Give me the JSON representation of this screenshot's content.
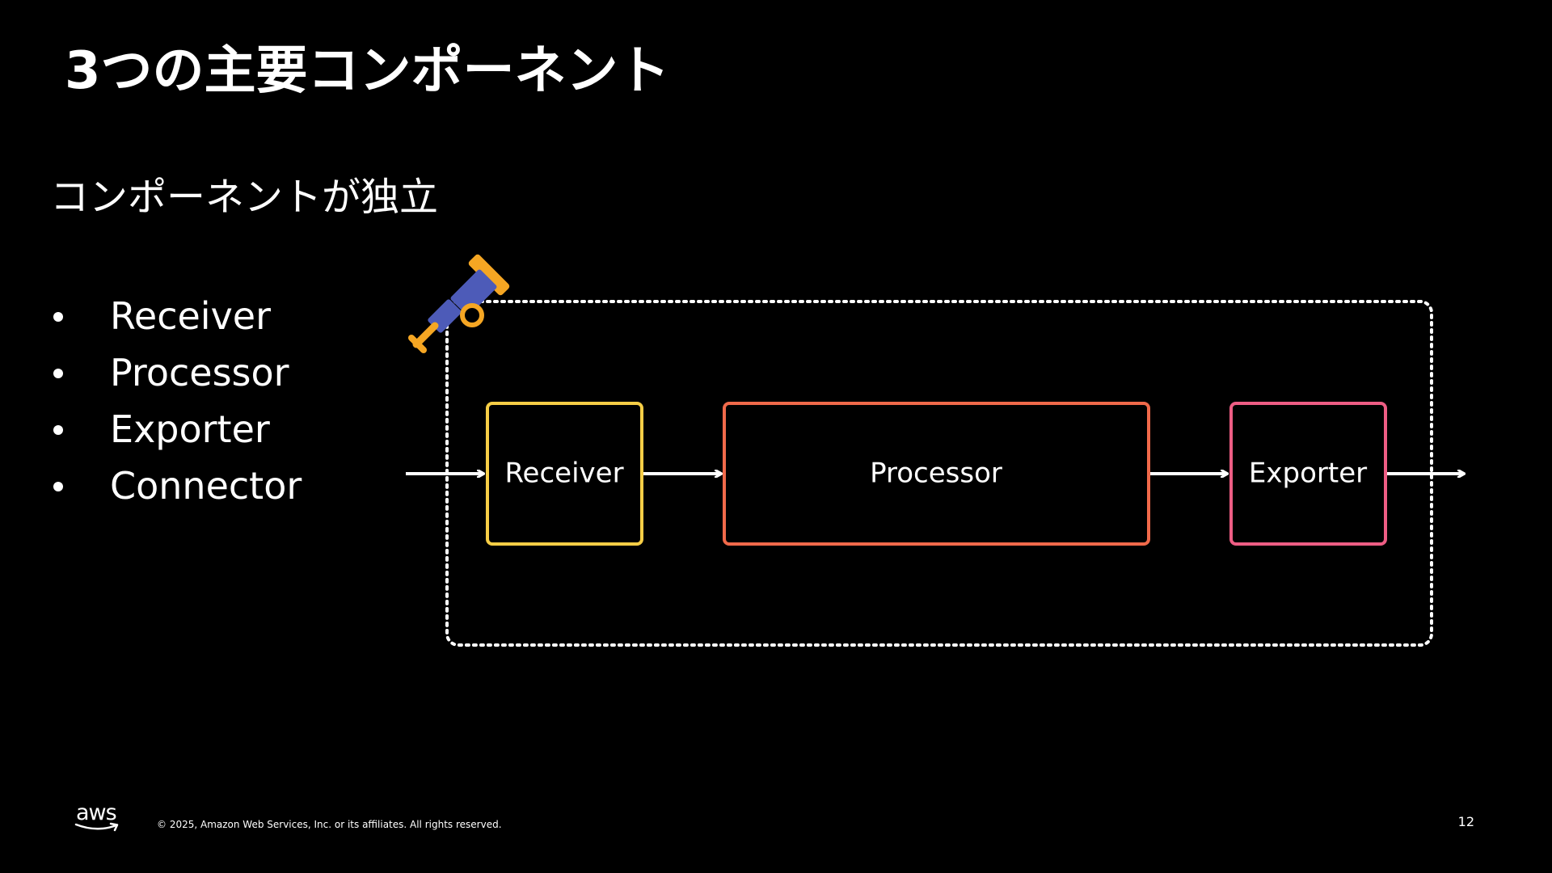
{
  "slide": {
    "title": "3つの主要コンポーネント",
    "subtitle": "コンポーネントが独立"
  },
  "bullets": [
    {
      "label": "Receiver"
    },
    {
      "label": "Processor"
    },
    {
      "label": "Exporter"
    },
    {
      "label": "Connector"
    }
  ],
  "diagram": {
    "nodes": [
      {
        "id": "receiver",
        "label": "Receiver",
        "color": "#F7CE46"
      },
      {
        "id": "processor",
        "label": "Processor",
        "color": "#F0694A"
      },
      {
        "id": "exporter",
        "label": "Exporter",
        "color": "#EE5D84"
      }
    ],
    "container_border_color": "#FFFFFF",
    "icon": "telescope-icon",
    "icon_colors": {
      "body": "#4D5BB8",
      "accent": "#F5A623"
    }
  },
  "footer": {
    "logo": "aws",
    "copyright": "© 2025, Amazon Web Services, Inc. or its affiliates. All rights reserved.",
    "page_number": "12"
  }
}
